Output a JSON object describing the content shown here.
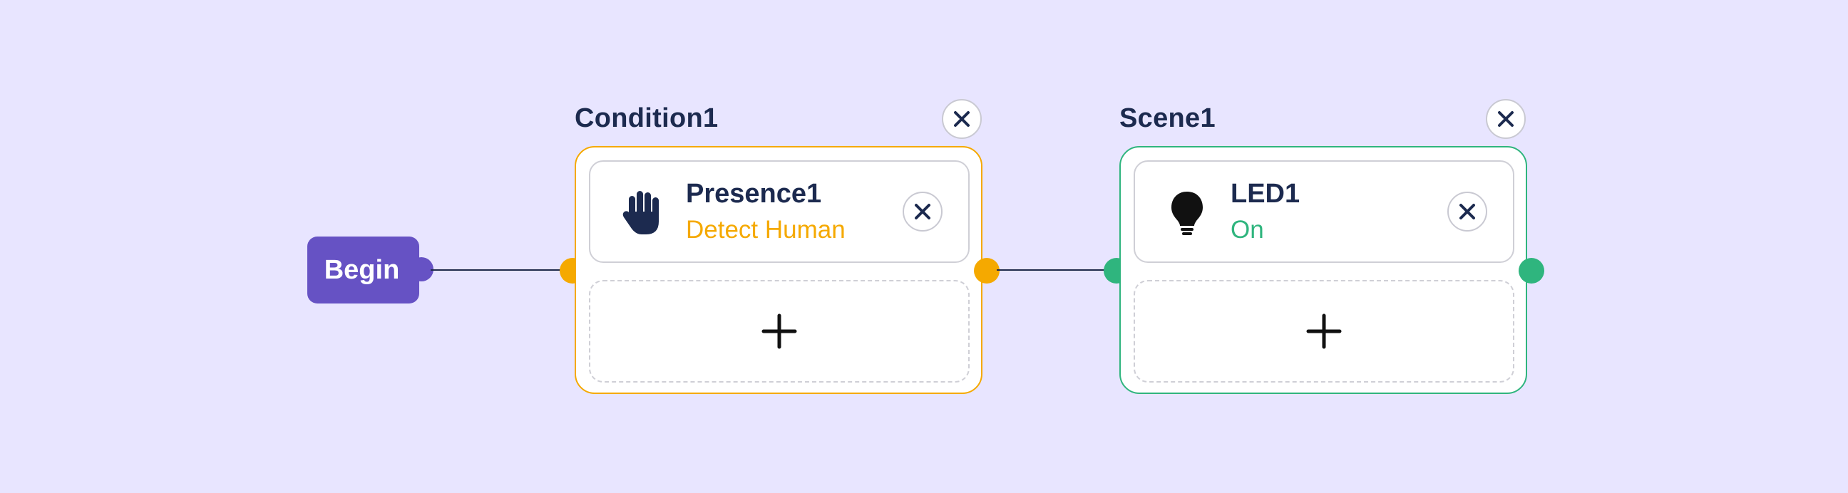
{
  "begin": {
    "label": "Begin"
  },
  "condition_block": {
    "title": "Condition1",
    "accent": "#f5a900",
    "item": {
      "name": "Presence1",
      "subtitle": "Detect Human",
      "icon": "hand-icon"
    }
  },
  "scene_block": {
    "title": "Scene1",
    "accent": "#2fb57e",
    "item": {
      "name": "LED1",
      "subtitle": "On",
      "icon": "lightbulb-icon"
    }
  },
  "colors": {
    "background": "#e8e5ff",
    "begin": "#6652c4",
    "text_dark": "#1c2a4f"
  }
}
